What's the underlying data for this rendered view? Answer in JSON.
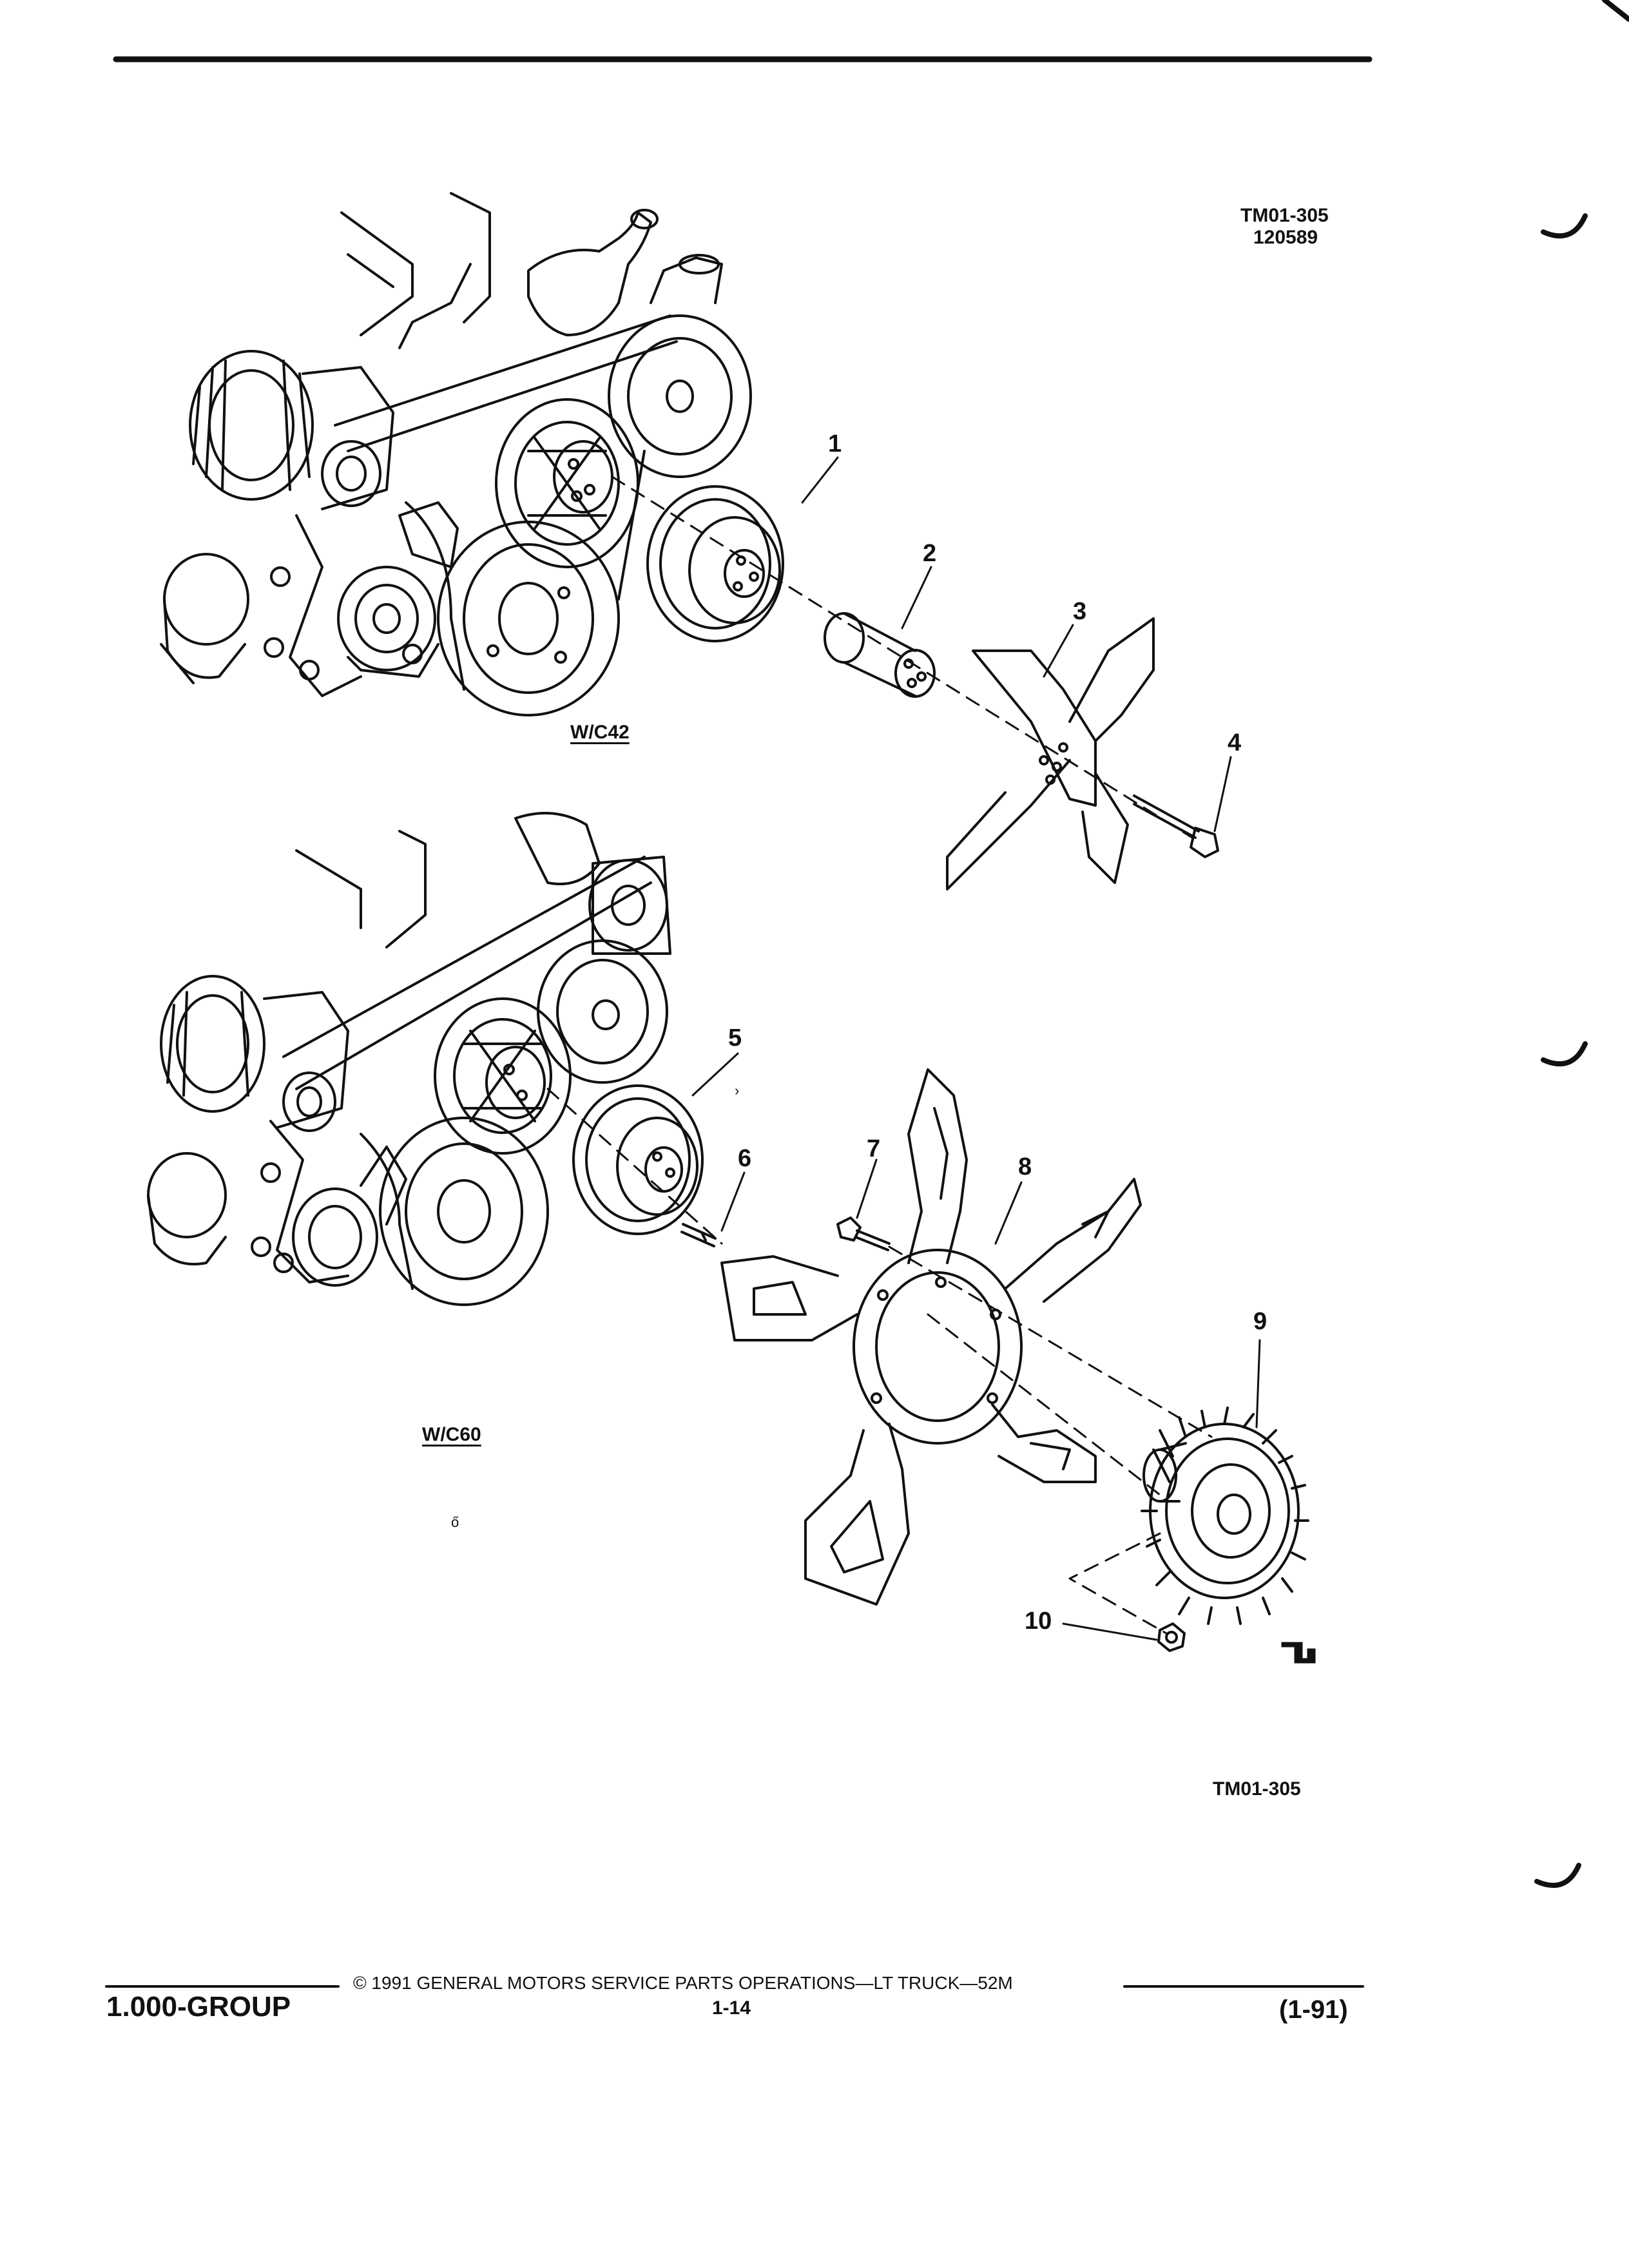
{
  "header": {
    "ref_code": "TM01-305",
    "ref_date": "120589"
  },
  "labels": {
    "wc42": "W/C42",
    "wc60": "W/C60"
  },
  "callouts": [
    "1",
    "2",
    "3",
    "4",
    "5",
    "6",
    "7",
    "8",
    "9",
    "10"
  ],
  "bottom_ref": "TM01-305",
  "footer": {
    "group": "1.000-GROUP",
    "copyright": "© 1991  GENERAL MOTORS SERVICE PARTS OPERATIONS—LT TRUCK—52M",
    "page": "1-14",
    "revision": "(1-91)"
  }
}
